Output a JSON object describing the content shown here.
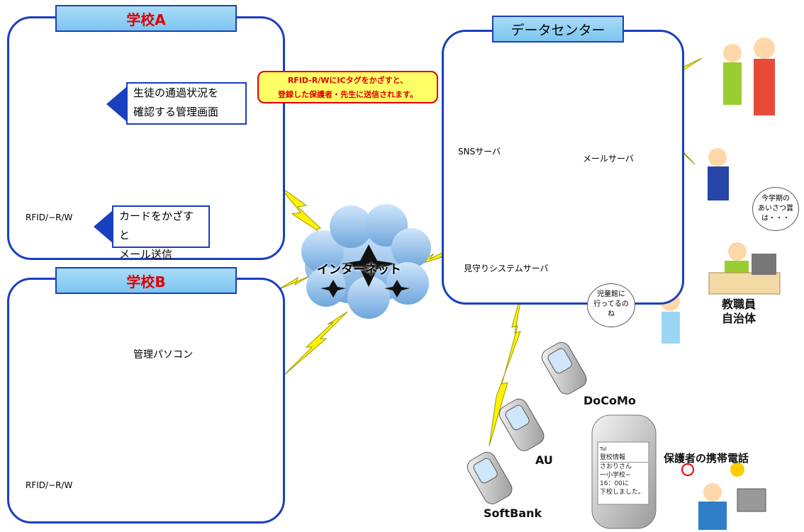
{
  "school_a": {
    "title": "学校A",
    "callout_admin_line1": "生徒の通過状況を",
    "callout_admin_line2": "確認する管理画面",
    "reader_label": "RFID/−R/W",
    "callout_card_line1": "カードをかざすと",
    "callout_card_line2": "メール送信"
  },
  "school_b": {
    "title": "学校B",
    "pc_label": "管理パソコン",
    "reader_label": "RFID/−R/W"
  },
  "banner": {
    "line1": "RFID-R/WにICタグをかざすと、",
    "line2": "登録した保護者・先生に送信されます。"
  },
  "datacenter": {
    "title": "データセンター",
    "sns_server": "SNSサーバ",
    "mail_server": "メールサーバ",
    "watch_server": "見守りシステムサーバ"
  },
  "internet": {
    "label": "インターネット"
  },
  "carriers": {
    "docomo": "DoCoMo",
    "au": "AU",
    "softbank": "SoftBank"
  },
  "right_side": {
    "teacher_bubble_line1": "今学期の",
    "teacher_bubble_line2": "あいさつ賞",
    "teacher_bubble_line3": "は・・・",
    "teacher_label_line1": "教職員",
    "teacher_label_line2": "自治体",
    "child_bubble_line1": "児童館に",
    "child_bubble_line2": "行ってるの",
    "child_bubble_line3": "ね"
  },
  "phone_screen": {
    "status": "Tul",
    "header": "登校情報",
    "line1": "さおりさん",
    "line2": "一小学校−",
    "line3": "16：00に",
    "line4": "下校しました。"
  },
  "parent_label": "保護者の携帯電話"
}
